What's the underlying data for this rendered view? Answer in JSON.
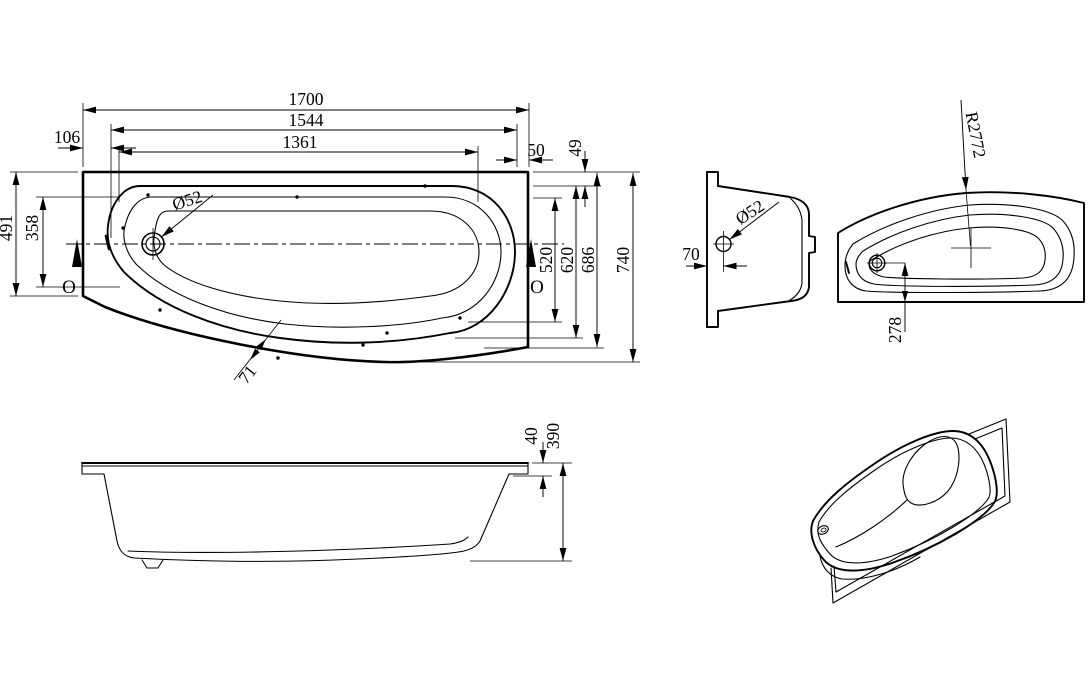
{
  "views": {
    "plan": {
      "dims": {
        "len_overall": "1700",
        "len_1544": "1544",
        "len_1361": "1361",
        "off_106": "106",
        "off_50": "50",
        "rim_49": "49",
        "w_491": "491",
        "w_358": "358",
        "w_520": "520",
        "w_620": "620",
        "w_686": "686",
        "w_740": "740",
        "rim_71": "71",
        "drain_dia": "Ø52"
      },
      "section_marker": "O"
    },
    "end_section": {
      "dims": {
        "drain_dia": "Ø52",
        "drain_offset": "70"
      }
    },
    "side_profile": {
      "dims": {
        "radius": "R2772",
        "drain_offset": "278"
      }
    },
    "elevation": {
      "dims": {
        "rim_drop": "40",
        "height": "390"
      }
    }
  },
  "style": {
    "line_color": "#000000",
    "background": "#ffffff"
  }
}
